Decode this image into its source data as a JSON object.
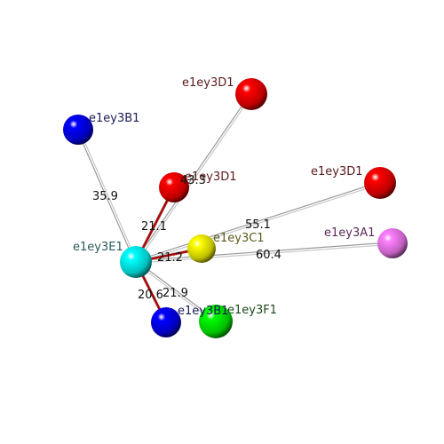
{
  "atoms": [
    {
      "id": "a_3b1",
      "label": "e1ey3B1",
      "color": "#0000ff",
      "label_color": "#1a1a5a"
    },
    {
      "id": "a_3d1_top",
      "label": "e1ey3D1",
      "color": "#ff0000",
      "label_color": "#5a1a1a"
    },
    {
      "id": "a_3d1_mid",
      "label": "e1ey3D1",
      "color": "#ff0000",
      "label_color": "#5a1a1a"
    },
    {
      "id": "a_3d1_right",
      "label": "e1ey3D1",
      "color": "#ff0000",
      "label_color": "#5a1a1a"
    },
    {
      "id": "a_3e1",
      "label": "e1ey3E1",
      "color": "#00ffff",
      "label_color": "#2a5a5a"
    },
    {
      "id": "a_3c1",
      "label": "e1ey3C1",
      "color": "#ffff00",
      "label_color": "#5a5a1a"
    },
    {
      "id": "a_3a1",
      "label": "e1ey3A1",
      "color": "#ff80ff",
      "label_color": "#5a2a5a"
    },
    {
      "id": "a_3b1_low",
      "label": "e1ey3B1",
      "color": "#0000ff",
      "label_color": "#1a1a5a"
    },
    {
      "id": "a_3f1",
      "label": "e1ey3F1",
      "color": "#00ff00",
      "label_color": "#1a4a1a"
    }
  ],
  "bonds": [
    {
      "from": "a_3e1",
      "to": "a_3d1_mid",
      "color": "#b00000"
    },
    {
      "from": "a_3e1",
      "to": "a_3c1",
      "color": "#b00000"
    },
    {
      "from": "a_3e1",
      "to": "a_3b1_low",
      "color": "#b00000"
    }
  ],
  "distances": [
    {
      "from": "a_3e1",
      "to": "a_3b1",
      "label": "35.9"
    },
    {
      "from": "a_3e1",
      "to": "a_3d1_top",
      "label": "43.3"
    },
    {
      "from": "a_3e1",
      "to": "a_3d1_mid",
      "label": "21.1"
    },
    {
      "from": "a_3e1",
      "to": "a_3d1_right",
      "label": "55.1"
    },
    {
      "from": "a_3e1",
      "to": "a_3a1",
      "label": "60.4"
    },
    {
      "from": "a_3e1",
      "to": "a_3c1",
      "label": "21.2"
    },
    {
      "from": "a_3e1",
      "to": "a_3b1_low",
      "label": "20.6"
    },
    {
      "from": "a_3e1",
      "to": "a_3f1",
      "label": "21.9"
    }
  ]
}
